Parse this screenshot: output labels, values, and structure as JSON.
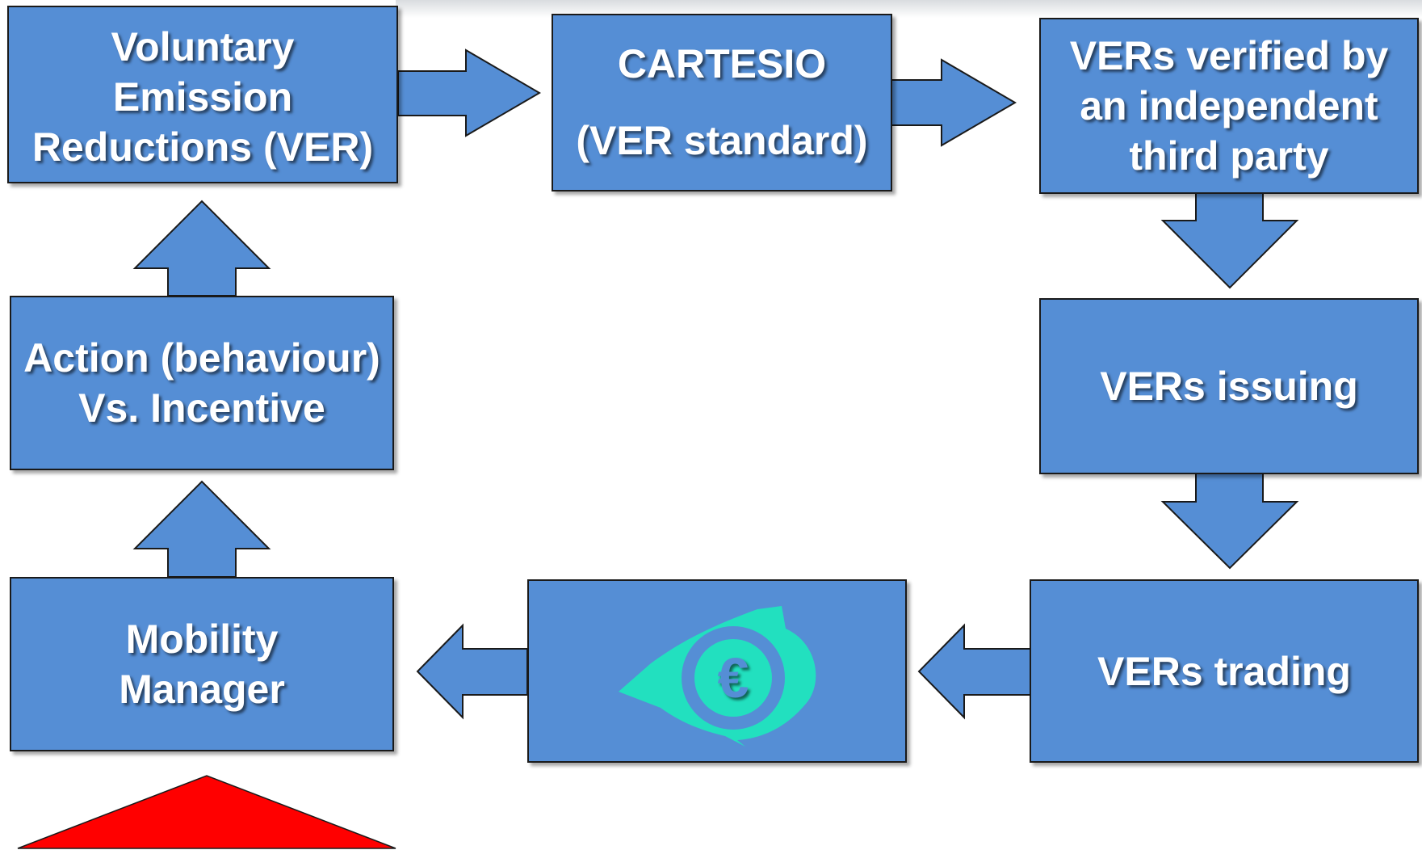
{
  "boxes": {
    "voluntary": {
      "lines": [
        "Voluntary",
        "Emission",
        "Reductions (VER)"
      ]
    },
    "cartesio": {
      "lines": [
        "CARTESIO",
        "(VER standard)"
      ]
    },
    "verified": {
      "lines": [
        "VERs verified by",
        "an independent",
        "third party"
      ]
    },
    "issuing": {
      "lines": [
        "VERs issuing"
      ]
    },
    "trading": {
      "lines": [
        "VERs trading"
      ]
    },
    "action": {
      "lines": [
        "Action (behaviour)",
        "Vs. Incentive"
      ]
    },
    "mobility": {
      "lines": [
        "Mobility",
        "Manager"
      ]
    }
  },
  "icons": {
    "euro": {
      "symbol": "€",
      "eye_color": "#22e0bf",
      "iris_color": "#558ed5"
    }
  },
  "colors": {
    "box_fill": "#558ed5",
    "border": "#1a1a1a",
    "text": "#ffffff",
    "warning_triangle": "#ff0000"
  }
}
